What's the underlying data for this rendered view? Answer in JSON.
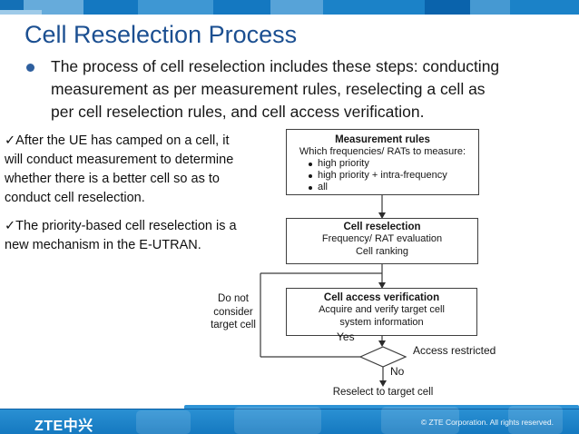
{
  "slide": {
    "title": "Cell Reselection Process",
    "main_bullet": {
      "lines": [
        "The process of cell reselection includes these steps: conducting",
        "measurement as per measurement rules, reselecting a cell as",
        "per cell reselection rules, and cell access verification."
      ]
    },
    "notes": [
      {
        "lines": [
          "✓After the UE has camped on a cell, it",
          "will conduct measurement to determine",
          "whether there is a better cell so as to",
          "conduct cell reselection."
        ]
      },
      {
        "lines": [
          "✓The priority-based cell reselection is a",
          "new mechanism in the E-UTRAN."
        ]
      }
    ]
  },
  "flowchart": {
    "measurement_box": {
      "title": "Measurement rules",
      "subtitle": "Which frequencies/ RATs to measure:",
      "items": [
        "high priority",
        "high priority + intra-frequency",
        "all"
      ]
    },
    "reselection_box": {
      "title": "Cell reselection",
      "lines": [
        "Frequency/ RAT evaluation",
        "Cell ranking"
      ]
    },
    "verification_box": {
      "title": "Cell access verification",
      "lines": [
        "Acquire and verify target cell",
        "system information"
      ]
    },
    "labels": {
      "do_not_consider": "Do not consider target cell",
      "yes": "Yes",
      "no": "No",
      "access_restricted": "Access restricted",
      "reselect": "Reselect to target cell"
    }
  },
  "footer": {
    "logo_text": "ZTE中兴",
    "copyright": "© ZTE Corporation. All rights reserved."
  },
  "icons": {
    "bullet_dot": "●",
    "list_dot": "•",
    "check_mark": "✓"
  },
  "colors": {
    "title_blue": "#1b4f91",
    "banner_blue": "#1a82c8",
    "bullet_dot_blue": "#2e5f9e",
    "flow_line_gray": "#3a3a3a"
  }
}
